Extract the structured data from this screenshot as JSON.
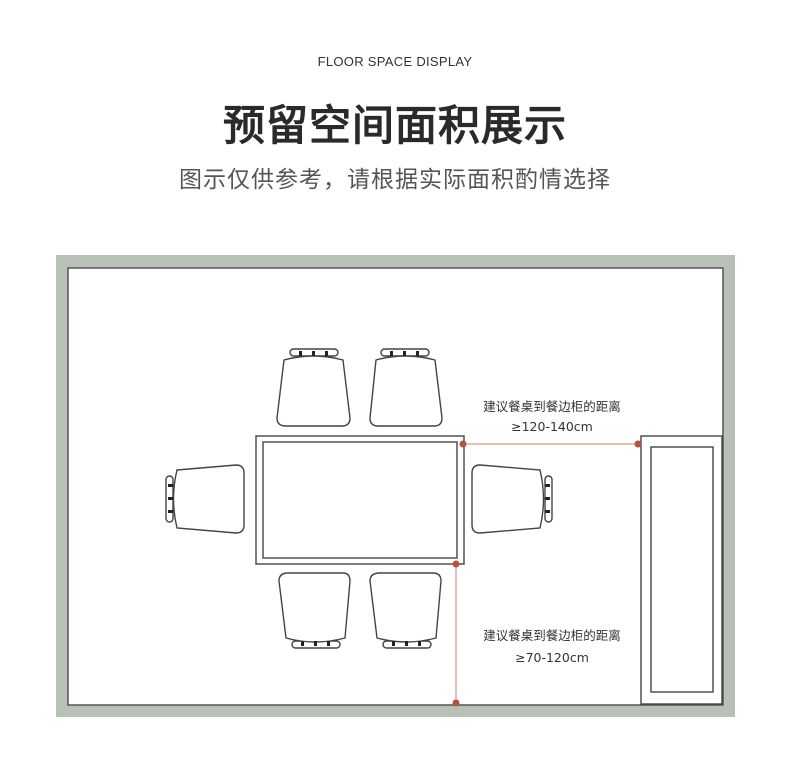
{
  "header": {
    "eyebrow": "FLOOR SPACE DISPLAY",
    "title": "预留空间面积展示",
    "subtitle": "图示仅供参考，请根据实际面积酌情选择"
  },
  "annotations": {
    "horizontal_label": "建议餐桌到餐边柜的距离",
    "horizontal_value": "≥120-140cm",
    "vertical_label": "建议餐桌到餐边柜的距离",
    "vertical_value": "≥70-120cm"
  },
  "colors": {
    "wall": "#b7c1b6",
    "line": "#444444",
    "marker": "#b5533c",
    "guide": "#c9806f"
  }
}
